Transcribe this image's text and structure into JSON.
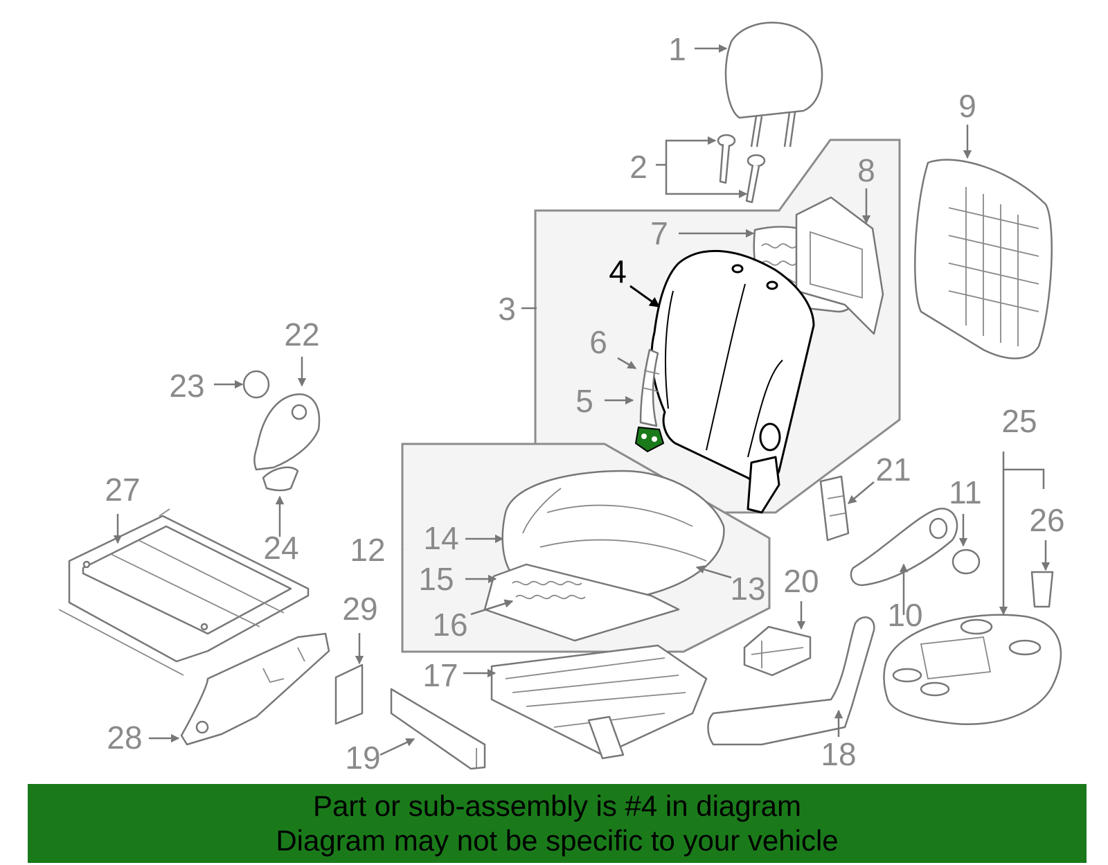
{
  "diagram": {
    "highlighted_part": "4",
    "highlight_color": "#1a7a1a",
    "callouts": [
      {
        "label": "1"
      },
      {
        "label": "2"
      },
      {
        "label": "3"
      },
      {
        "label": "4"
      },
      {
        "label": "5"
      },
      {
        "label": "6"
      },
      {
        "label": "7"
      },
      {
        "label": "8"
      },
      {
        "label": "9"
      },
      {
        "label": "10"
      },
      {
        "label": "11"
      },
      {
        "label": "12"
      },
      {
        "label": "13"
      },
      {
        "label": "14"
      },
      {
        "label": "15"
      },
      {
        "label": "16"
      },
      {
        "label": "17"
      },
      {
        "label": "18"
      },
      {
        "label": "19"
      },
      {
        "label": "20"
      },
      {
        "label": "21"
      },
      {
        "label": "22"
      },
      {
        "label": "23"
      },
      {
        "label": "24"
      },
      {
        "label": "25"
      },
      {
        "label": "26"
      },
      {
        "label": "27"
      },
      {
        "label": "28"
      },
      {
        "label": "29"
      }
    ]
  },
  "banner": {
    "line1": "Part or sub-assembly is #4 in diagram",
    "line2": "Diagram may not be specific to your vehicle",
    "background": "#1a7a1a"
  }
}
